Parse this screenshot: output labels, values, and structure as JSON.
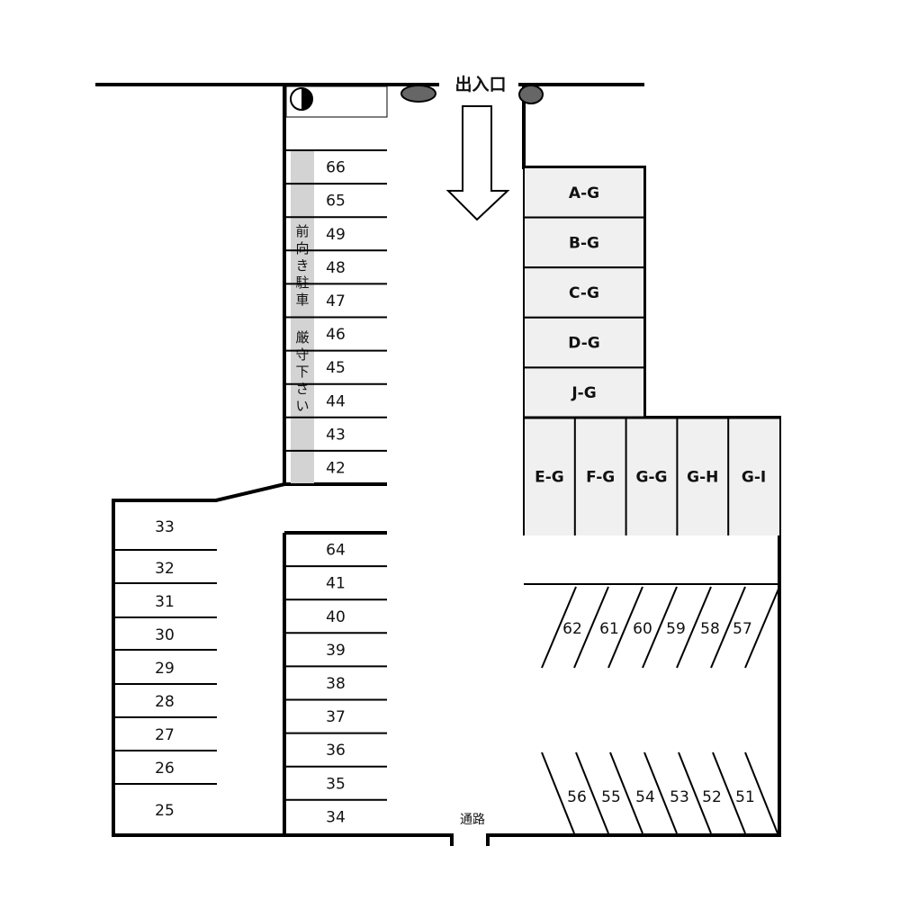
{
  "entrance_label": "出入口",
  "passage_label": "通路",
  "notice_line1": [
    "前",
    "向",
    "き",
    "駐",
    "車"
  ],
  "notice_line2": [
    "厳",
    "守",
    "下",
    "さ",
    "い"
  ],
  "left_column_spaces": [
    "33",
    "32",
    "31",
    "30",
    "29",
    "28",
    "27",
    "26",
    "25"
  ],
  "center_top_spaces": [
    "66",
    "65",
    "49",
    "48",
    "47",
    "46",
    "45",
    "44",
    "43",
    "42"
  ],
  "center_bottom_spaces": [
    "64",
    "41",
    "40",
    "39",
    "38",
    "37",
    "36",
    "35",
    "34"
  ],
  "garage_right_stack": [
    "A-G",
    "B-G",
    "C-G",
    "D-G",
    "J-G"
  ],
  "garage_row": [
    "E-G",
    "F-G",
    "G-G",
    "G-H",
    "G-I"
  ],
  "angled_row_upper": [
    "62",
    "61",
    "60",
    "59",
    "58",
    "57"
  ],
  "angled_row_lower": [
    "56",
    "55",
    "54",
    "53",
    "52",
    "51"
  ],
  "colors": {
    "line": "#000000",
    "garage_fill": "#f0f0f0",
    "notice_fill": "#d3d3d3",
    "shrub": "#666666"
  }
}
